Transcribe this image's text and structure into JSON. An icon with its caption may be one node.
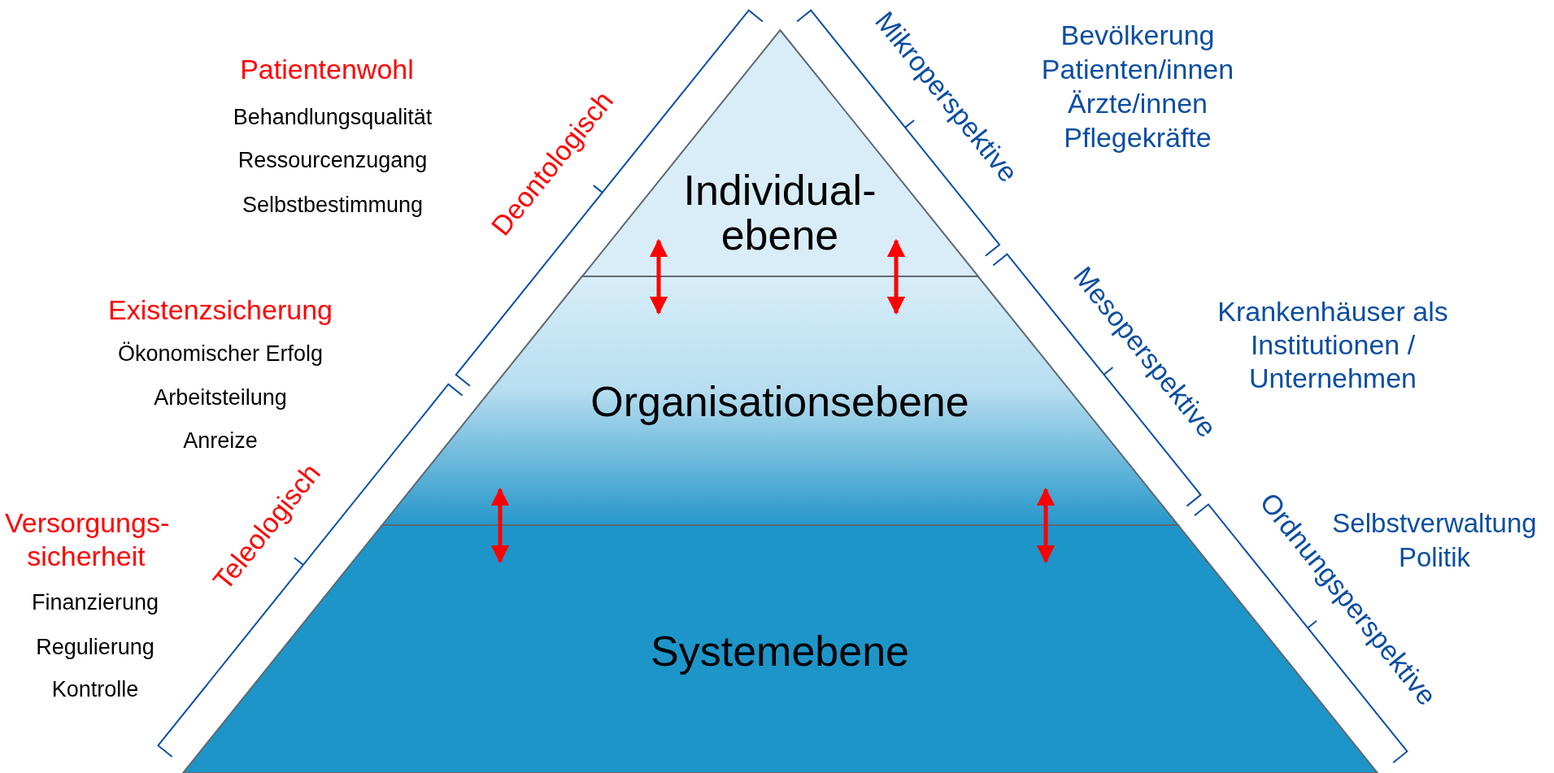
{
  "diagram": {
    "nodes": [
      {
        "text": [
          "Individual- ebene"
        ]
      },
      {
        "text": [
          "Organisationsebene"
        ]
      },
      {
        "text": [
          "Systemebene"
        ]
      }
    ],
    "edges": [
      {
        "from": 0,
        "to": 1,
        "arrow": "both"
      },
      {
        "from": 0,
        "to": 1,
        "arrow": "both"
      },
      {
        "from": 1,
        "to": 2,
        "arrow": "both"
      },
      {
        "from": 1,
        "to": 2,
        "arrow": "both"
      }
    ],
    "labels": [
      "Patientenwohl",
      "Behandlungsqualität",
      "Ressourcenzugang",
      "Selbstbestimmung",
      "Deontologisch",
      "Existenzsicherung",
      "Ökonomischer Erfolg",
      "Arbeitsteilung",
      "Anreize",
      "Versorgungs- sicherheit",
      "Teleologisch",
      "Finanzierung",
      "Regulierung",
      "Kontrolle",
      "Mikroperspektive",
      "Bevölkerung",
      "Patienten/innen",
      "Ärzte/innen",
      "Pflegekräfte",
      "Mesoperspektive",
      "Krankenhäuser als Institutionen / Unternehmen",
      "Ordnungsperspektive",
      "Selbstverwaltung",
      "Politik"
    ]
  }
}
